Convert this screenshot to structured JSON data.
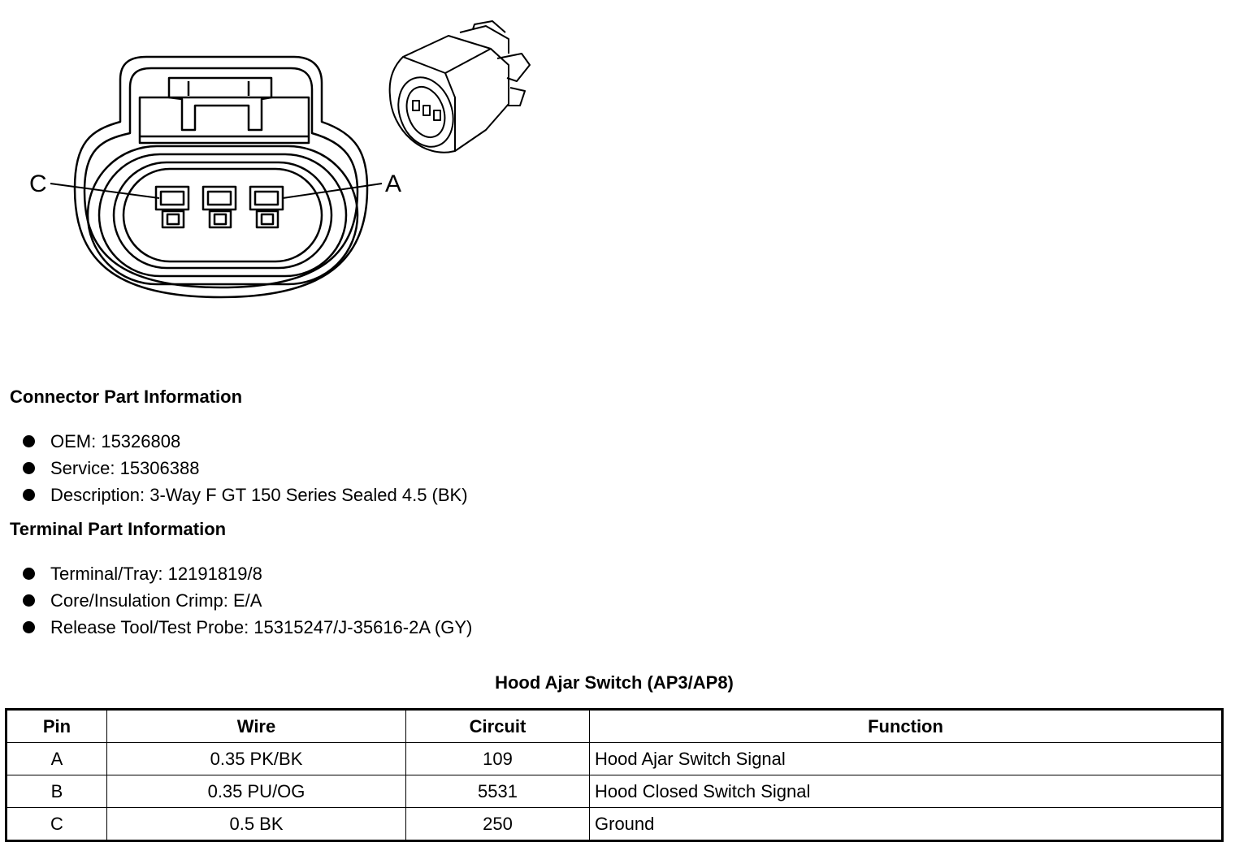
{
  "diagram": {
    "pin_label_c": "C",
    "pin_label_a": "A"
  },
  "connector_info": {
    "heading": "Connector Part Information",
    "items": [
      "OEM: 15326808",
      "Service: 15306388",
      "Description: 3-Way F GT 150 Series Sealed 4.5 (BK)"
    ]
  },
  "terminal_info": {
    "heading": "Terminal Part Information",
    "items": [
      "Terminal/Tray: 12191819/8",
      "Core/Insulation Crimp: E/A",
      "Release Tool/Test Probe: 15315247/J-35616-2A (GY)"
    ]
  },
  "table": {
    "title": "Hood Ajar Switch (AP3/AP8)",
    "headers": [
      "Pin",
      "Wire",
      "Circuit",
      "Function"
    ],
    "rows": [
      [
        "A",
        "0.35 PK/BK",
        "109",
        "Hood Ajar Switch Signal"
      ],
      [
        "B",
        "0.35 PU/OG",
        "5531",
        "Hood Closed Switch Signal"
      ],
      [
        "C",
        "0.5 BK",
        "250",
        "Ground"
      ]
    ]
  }
}
